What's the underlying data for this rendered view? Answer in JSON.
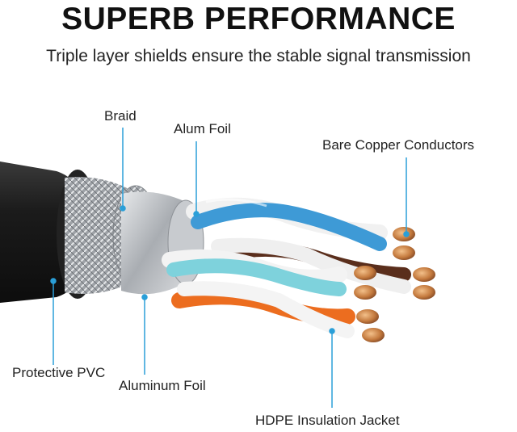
{
  "header": {
    "title": "SUPERB PERFORMANCE",
    "subtitle": "Triple layer shields ensure the stable signal transmission"
  },
  "labels": {
    "braid": "Braid",
    "alum_foil": "Alum Foil",
    "bare_copper": "Bare Copper Conductors",
    "protective_pvc": "Protective PVC",
    "aluminum_foil": "Aluminum Foil",
    "hdpe_jacket": "HDPE Insulation Jacket"
  },
  "colors": {
    "jacket": "#1c1c1c",
    "shield": "#b9bcc0",
    "pair_blue": "#3e9ad6",
    "pair_brown": "#5a2e1c",
    "pair_teal": "#7ed2dc",
    "pair_orange": "#ec6d1f",
    "copper": "#c9824a",
    "leader_line": "#2a9fd8"
  }
}
